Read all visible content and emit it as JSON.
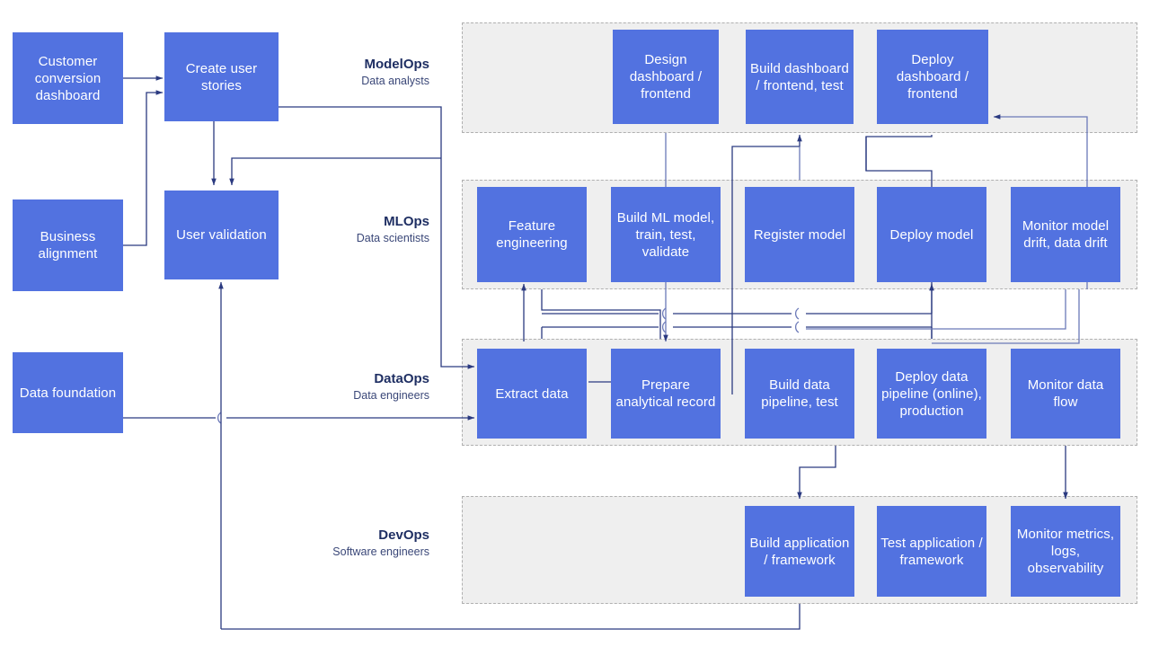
{
  "diagram": {
    "title": "MLOps / DataOps / DevOps / ModelOps swimlane workflow",
    "accent_box_color": "#5272e0",
    "lane_fill_color": "#efefef",
    "lane_border_color": "#b0b0b0",
    "connector_color": "#2b3a80",
    "text_on_box_color": "#ffffff",
    "lane_label_color": "#27326b"
  },
  "lanes": [
    {
      "id": "modelops",
      "title": "ModelOps",
      "subtitle": "Data analysts"
    },
    {
      "id": "mlops",
      "title": "MLOps",
      "subtitle": "Data scientists"
    },
    {
      "id": "dataops",
      "title": "DataOps",
      "subtitle": "Data engineers"
    },
    {
      "id": "devops",
      "title": "DevOps",
      "subtitle": "Software engineers"
    }
  ],
  "inputs": [
    {
      "id": "customer-conversion-dashboard",
      "label": "Customer conversion dashboard"
    },
    {
      "id": "business-alignment",
      "label": "Business alignment"
    },
    {
      "id": "data-foundation",
      "label": "Data foundation"
    }
  ],
  "intake": [
    {
      "id": "create-user-stories",
      "label": "Create user stories"
    },
    {
      "id": "user-validation",
      "label": "User validation"
    }
  ],
  "modelops_steps": [
    {
      "id": "design-dashboard-frontend",
      "label": "Design dashboard / frontend"
    },
    {
      "id": "build-dashboard-frontend-test",
      "label": "Build dashboard / frontend, test"
    },
    {
      "id": "deploy-dashboard-frontend",
      "label": "Deploy dashboard / frontend"
    }
  ],
  "mlops_steps": [
    {
      "id": "feature-engineering",
      "label": "Feature engineering"
    },
    {
      "id": "build-ml-model",
      "label": "Build ML model, train, test, validate"
    },
    {
      "id": "register-model",
      "label": "Register model"
    },
    {
      "id": "deploy-model",
      "label": "Deploy model"
    },
    {
      "id": "monitor-model-drift",
      "label": "Monitor model drift, data drift"
    }
  ],
  "dataops_steps": [
    {
      "id": "extract-data",
      "label": "Extract data"
    },
    {
      "id": "prepare-analytical-record",
      "label": "Prepare analytical record"
    },
    {
      "id": "build-data-pipeline-test",
      "label": "Build data pipeline, test"
    },
    {
      "id": "deploy-data-pipeline",
      "label": "Deploy data pipeline (online), production"
    },
    {
      "id": "monitor-data-flow",
      "label": "Monitor data flow"
    }
  ],
  "devops_steps": [
    {
      "id": "build-application-framework",
      "label": "Build application / framework"
    },
    {
      "id": "test-application-framework",
      "label": "Test application / framework"
    },
    {
      "id": "monitor-metrics-logs",
      "label": "Monitor metrics, logs, observability"
    }
  ]
}
